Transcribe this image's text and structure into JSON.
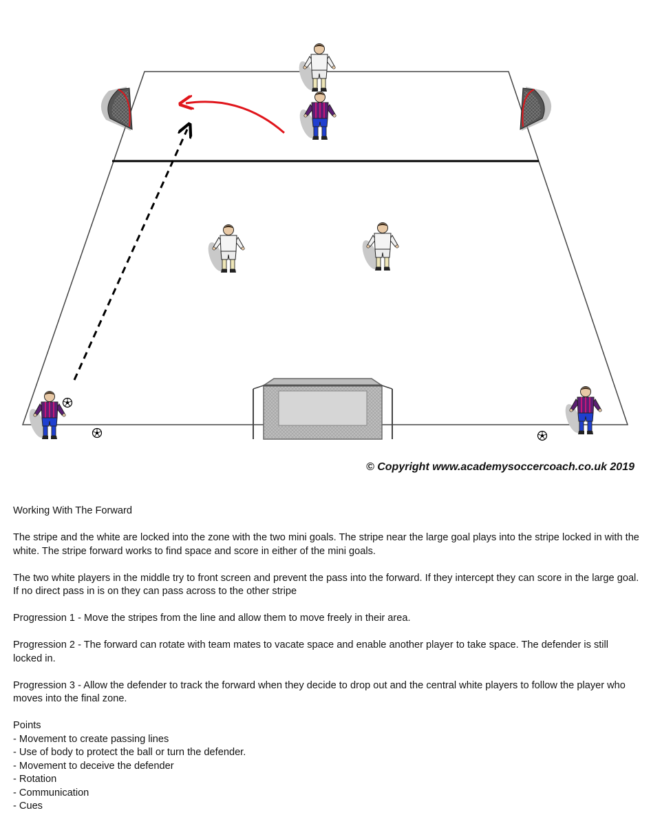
{
  "diagram": {
    "copyright": "© Copyright www.academysoccercoach.co.uk 2019",
    "colors": {
      "stripe_shirt": "#5b1f73",
      "stripe_shorts": "#1f3fd0",
      "white_shirt": "#f4f4f4",
      "arrow_red": "#e0151b",
      "goal_grey": "#a9a9a9"
    },
    "players": {
      "white": [
        "defender-top",
        "middle-left",
        "middle-right"
      ],
      "stripe": [
        "forward",
        "bottom-left",
        "bottom-right"
      ]
    },
    "icons": [
      "soccer-ball-icon",
      "mini-goal-icon",
      "large-goal-icon",
      "player-icon"
    ]
  },
  "doc": {
    "title": "Working With The Forward",
    "paragraphs": [
      "The stripe and the white are locked into the zone with the two mini goals. The stripe near the large goal plays into the stripe locked in with the white. The stripe forward works to find space and score in either of the mini goals.",
      "The two white players in the middle try to front screen and prevent the pass into the forward. If they intercept they can score in the large goal. If no direct pass in is on they can pass across to the other stripe",
      "Progression 1 - Move the stripes from the line and allow them to move freely in their area.",
      "Progression 2 - The forward can rotate with team mates to vacate space and enable another player to take space. The defender is still locked in.",
      "Progression 3 -  Allow the defender to track the forward when they decide to drop out and the central white players to follow the player who moves into the final zone."
    ],
    "points_heading": "Points",
    "points": [
      "- Movement to create passing lines",
      "- Use of body to protect the ball or turn the defender.",
      "- Movement to deceive the defender",
      "- Rotation",
      "- Communication",
      "- Cues"
    ]
  }
}
